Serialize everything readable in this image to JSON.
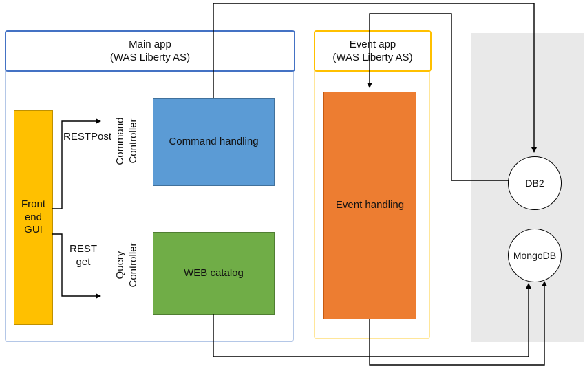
{
  "colors": {
    "main_title_border": "#4472C4",
    "main_container_border": "#B4C7E7",
    "event_title_border": "#FFC000",
    "event_container_border": "#FFE699",
    "command_box": "#5B9BD5",
    "catalog_box": "#70AD47",
    "event_box": "#ED7D31",
    "gui_box": "#FFC000",
    "db_panel": "#E9E9E9",
    "db_circle": "#FFFFFF",
    "connector": "#000000"
  },
  "main_app": {
    "title": "Main app\n(WAS Liberty AS)",
    "front_end_gui": {
      "label": "Front\nend\nGUI"
    },
    "rest_post": {
      "label": "RESTPost"
    },
    "rest_get": {
      "label": "REST\nget"
    },
    "command_controller": {
      "label": "Command\nController"
    },
    "query_controller": {
      "label": "Query\nController"
    },
    "command_handling": {
      "label": "Command handling"
    },
    "web_catalog": {
      "label": "WEB catalog"
    }
  },
  "event_app": {
    "title": "Event app\n(WAS Liberty AS)",
    "event_handling": {
      "label": "Event handling"
    }
  },
  "databases": {
    "db2": {
      "label": "DB2"
    },
    "mongodb": {
      "label": "MongoDB"
    }
  }
}
